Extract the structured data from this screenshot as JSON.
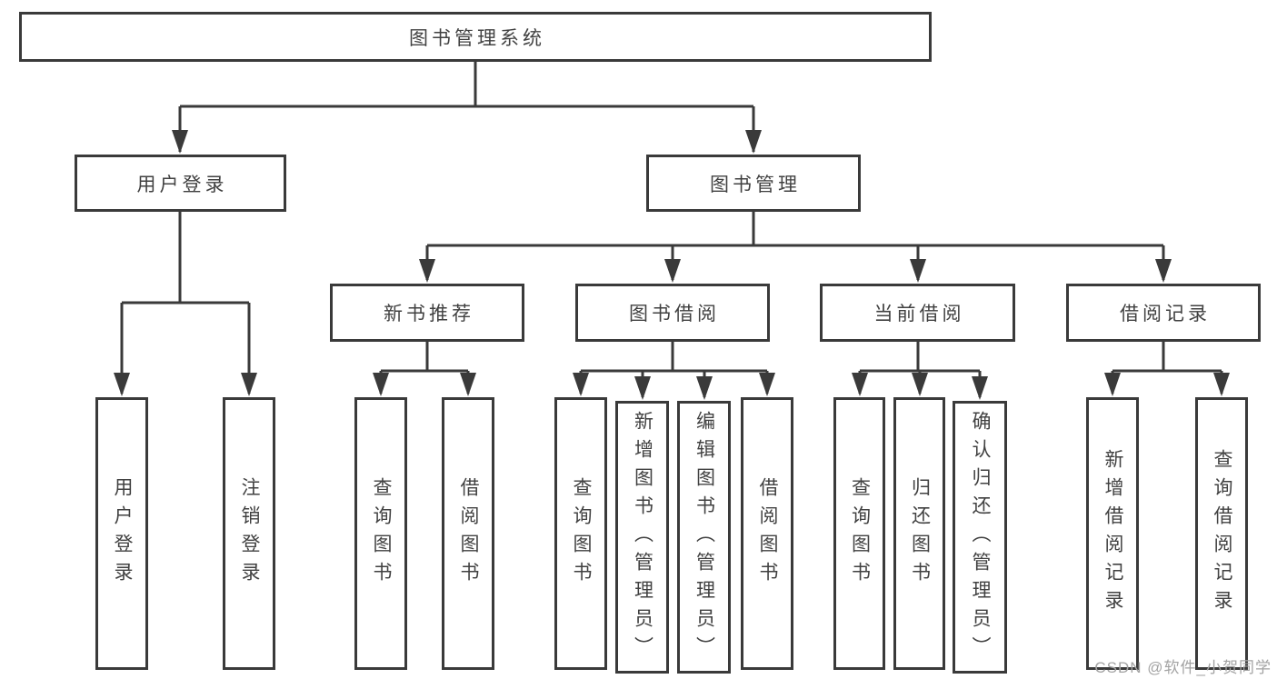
{
  "diagram": {
    "title": "图书管理系统",
    "type": "hierarchy-tree",
    "colors": {
      "line": "#3a3a3a",
      "box_border": "#3a3a3a",
      "text": "#414141",
      "background": "#ffffff",
      "watermark": "#a3a3a3"
    },
    "nodes": {
      "root": "图书管理系统",
      "login": "用户登录",
      "mgmt": "图书管理",
      "login_user": "用户登录",
      "login_logout": "注销登录",
      "recommend": "新书推荐",
      "borrow": "图书借阅",
      "current": "当前借阅",
      "records": "借阅记录",
      "rec_query": "查询图书",
      "rec_borrow": "借阅图书",
      "bor_query": "查询图书",
      "bor_add": "新增图书（管理员）",
      "bor_edit": "编辑图书（管理员）",
      "bor_borrow": "借阅图书",
      "cur_query": "查询图书",
      "cur_return": "归还图书",
      "cur_confirm": "确认归还（管理员）",
      "rec_add_record": "新增借阅记录",
      "rec_query_record": "查询借阅记录"
    },
    "edges": [
      [
        "root",
        "login"
      ],
      [
        "root",
        "mgmt"
      ],
      [
        "login",
        "login_user"
      ],
      [
        "login",
        "login_logout"
      ],
      [
        "mgmt",
        "recommend"
      ],
      [
        "mgmt",
        "borrow"
      ],
      [
        "mgmt",
        "current"
      ],
      [
        "mgmt",
        "records"
      ],
      [
        "recommend",
        "rec_query"
      ],
      [
        "recommend",
        "rec_borrow"
      ],
      [
        "borrow",
        "bor_query"
      ],
      [
        "borrow",
        "bor_add"
      ],
      [
        "borrow",
        "bor_edit"
      ],
      [
        "borrow",
        "bor_borrow"
      ],
      [
        "current",
        "cur_query"
      ],
      [
        "current",
        "cur_return"
      ],
      [
        "current",
        "cur_confirm"
      ],
      [
        "records",
        "rec_add_record"
      ],
      [
        "records",
        "rec_query_record"
      ]
    ],
    "watermark": "CSDN @软件_小贺同学"
  }
}
